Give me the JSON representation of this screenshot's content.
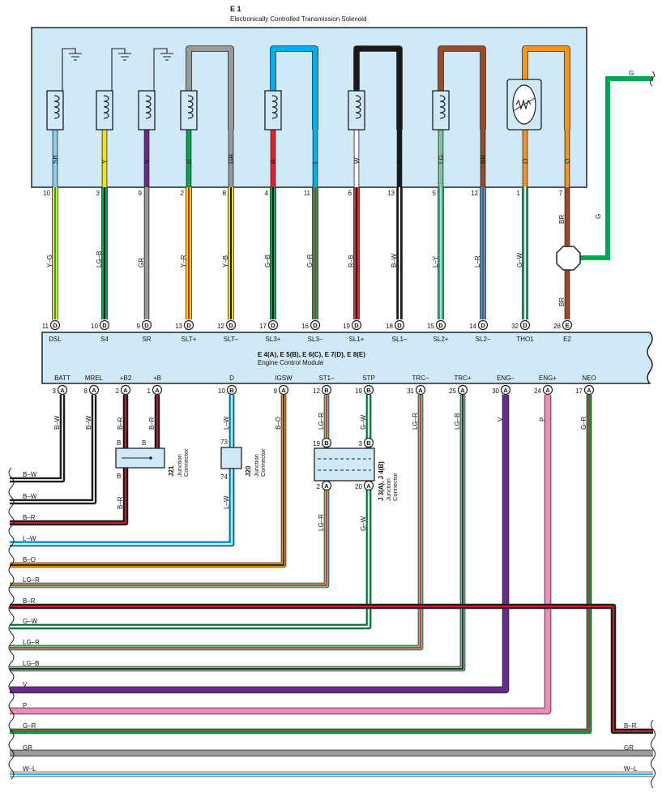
{
  "solenoid": {
    "code": "E 1",
    "name": "Electronically Controlled Transmission Solenoid",
    "wire_labels": [
      "SB",
      "Y",
      "V",
      "G",
      "GR",
      "R",
      "L",
      "W",
      "B",
      "LG",
      "BR",
      "O",
      "O"
    ],
    "pins": [
      "10",
      "3",
      "9",
      "2",
      "8",
      "4",
      "11",
      "6",
      "13",
      "5",
      "12",
      "1",
      "7"
    ]
  },
  "colors": {
    "SB": "#8fd0f0",
    "Y": "#f5e400",
    "V": "#6a2a8e",
    "G": "#00a651",
    "GR": "#9a9a9a",
    "R": "#e8202a",
    "L": "#00aeef",
    "W": "#ffffff",
    "B": "#1a1a1a",
    "LG": "#7cc79a",
    "BR": "#9b4a26",
    "O": "#f7941d",
    "P": "#f08cb8",
    "panel": "#cfe9f7"
  },
  "top_wires": {
    "labels": [
      "Y–G",
      "LG–B",
      "GR",
      "Y–R",
      "Y–B",
      "G–B",
      "G–R",
      "R–B",
      "B–W",
      "L–Y",
      "L–R",
      "G–W",
      "BR",
      "BR"
    ],
    "g_label": "G"
  },
  "ecm": {
    "title": "E 4(A), E 5(B), E 6(C), E 7(D), E 8(E)",
    "subtitle": "Engine Control Module",
    "top_pin_numbers": [
      "11",
      "10",
      "9",
      "13",
      "12",
      "17",
      "16",
      "19",
      "18",
      "15",
      "14",
      "32",
      "28"
    ],
    "top_pin_letters": [
      "D",
      "D",
      "D",
      "D",
      "D",
      "D",
      "D",
      "D",
      "D",
      "D",
      "D",
      "D",
      "E"
    ],
    "top_terminals": [
      "DSL",
      "S4",
      "SR",
      "SLT+",
      "SLT–",
      "SL3+",
      "SL3–",
      "SL1+",
      "SL1–",
      "SL2+",
      "SL2–",
      "THO1",
      "E2"
    ],
    "bottom_terminals": [
      "BATT",
      "MREL",
      "+B2",
      "+B",
      "D",
      "IGSW",
      "ST1–",
      "STP",
      "TRC–",
      "TRC+",
      "ENG–",
      "ENG+",
      "NEO"
    ],
    "bottom_pin_numbers": [
      "3",
      "8",
      "2",
      "1",
      "10",
      "9",
      "12",
      "19",
      "31",
      "25",
      "30",
      "24",
      "17"
    ],
    "bottom_pin_letters": [
      "A",
      "A",
      "A",
      "A",
      "B",
      "A",
      "B",
      "B",
      "A",
      "A",
      "A",
      "A",
      "A"
    ]
  },
  "drop_labels": [
    "B–W",
    "B–W",
    "B–R",
    "B–R",
    "L–W",
    "B–O",
    "LG–R",
    "G–W",
    "LG–R",
    "LG–B",
    "V",
    "P",
    "G–R"
  ],
  "j21": {
    "code": "J21",
    "name1": "Junction",
    "name2": "Connector",
    "pin_labels": [
      "B",
      "B",
      "B"
    ],
    "lower_label": "B–R"
  },
  "j20": {
    "code": "J20",
    "name1": "Junction",
    "name2": "Connector",
    "pin_top": "73",
    "pin_bottom": "74",
    "lower_label": "L–W"
  },
  "j34": {
    "code": "J 3(A), J 4(B)",
    "name1": "Junction",
    "name2": "Connector",
    "pins": [
      "19",
      "3",
      "2",
      "20"
    ],
    "letters": [
      "B",
      "B",
      "A",
      "A"
    ],
    "lower_labels": [
      "LG–R",
      "G–W"
    ]
  },
  "harness_left": [
    "B–W",
    "B–W",
    "B–R",
    "L–W",
    "B–O",
    "LG–R",
    "B–R",
    "G–W",
    "LG–R",
    "LG–B",
    "V",
    "P",
    "G–R",
    "GR",
    "W–L"
  ],
  "harness_right": [
    "B–R",
    "GR",
    "W–L"
  ]
}
